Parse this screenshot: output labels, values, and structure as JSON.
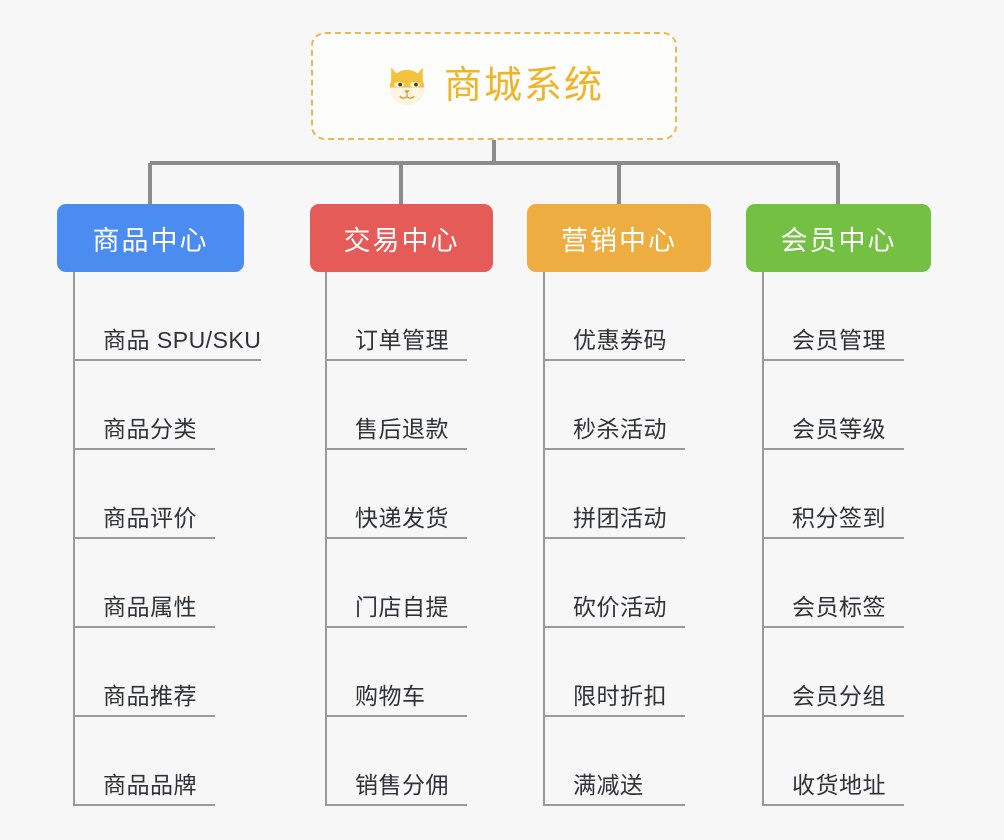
{
  "root": {
    "title": "商城系统",
    "icon": "shiba-dog-face-icon",
    "border_color": "#eab754",
    "text_color": "#f0b429"
  },
  "branches": [
    {
      "label": "商品中心",
      "color": "#4a8cf0",
      "items": [
        "商品 SPU/SKU",
        "商品分类",
        "商品评价",
        "商品属性",
        "商品推荐",
        "商品品牌"
      ]
    },
    {
      "label": "交易中心",
      "color": "#e55b57",
      "items": [
        "订单管理",
        "售后退款",
        "快递发货",
        "门店自提",
        "购物车",
        "销售分佣"
      ]
    },
    {
      "label": "营销中心",
      "color": "#edad40",
      "items": [
        "优惠券码",
        "秒杀活动",
        "拼团活动",
        "砍价活动",
        "限时折扣",
        "满减送"
      ]
    },
    {
      "label": "会员中心",
      "color": "#74c043",
      "items": [
        "会员管理",
        "会员等级",
        "积分签到",
        "会员标签",
        "会员分组",
        "收货地址"
      ]
    }
  ],
  "connector_color": "#8c8c8c",
  "background_color": "#f7f7f7"
}
